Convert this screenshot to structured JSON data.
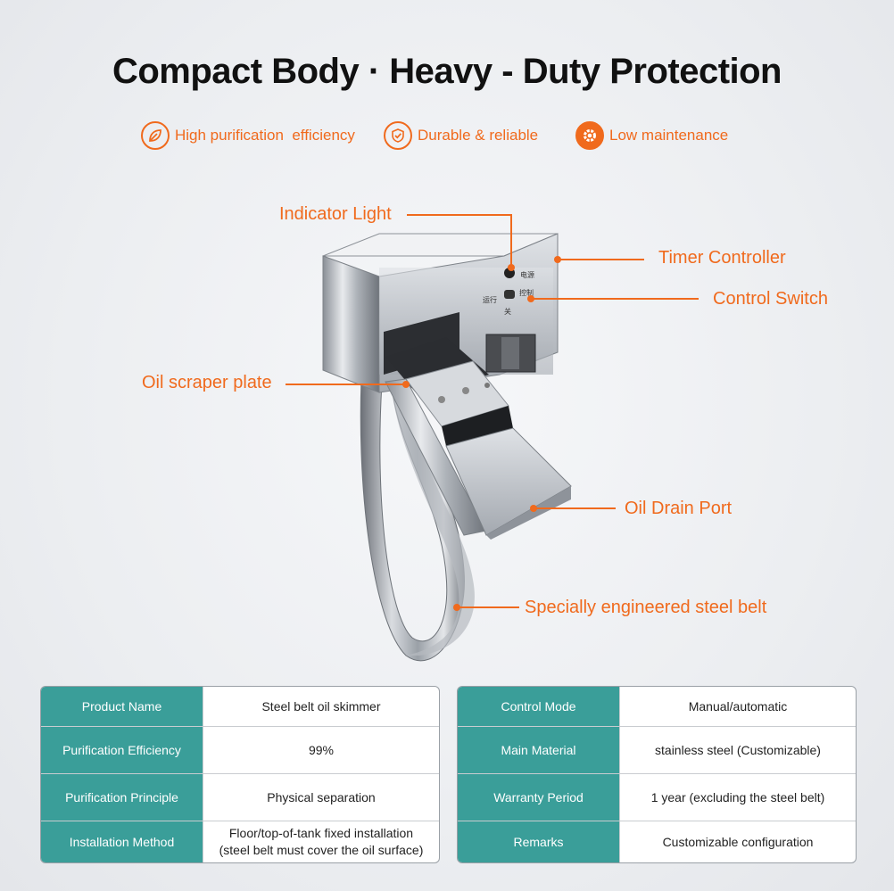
{
  "title": "Compact Body · Heavy - Duty Protection",
  "features": [
    {
      "label": "High purification  efficiency",
      "icon": "leaf-icon"
    },
    {
      "label": "Durable & reliable",
      "icon": "shield-check-icon"
    },
    {
      "label": "Low maintenance",
      "icon": "gear-icon"
    }
  ],
  "callouts": {
    "indicator_light": "Indicator Light",
    "timer_controller": "Timer Controller",
    "control_switch": "Control Switch",
    "oil_scraper_plate": "Oil scraper plate",
    "oil_drain_port": "Oil Drain Port",
    "steel_belt": "Specially engineered steel belt"
  },
  "device_labels": {
    "power": "电源",
    "control": "控制",
    "run": "运行",
    "off": "关"
  },
  "spec_left": [
    {
      "key": "Product Name",
      "value": "Steel belt oil skimmer"
    },
    {
      "key": "Purification Efficiency",
      "value": "99%"
    },
    {
      "key": "Purification Principle",
      "value": "Physical separation"
    },
    {
      "key": "Installation Method",
      "value": "Floor/top-of-tank fixed installation\n(steel belt must cover the oil surface)"
    }
  ],
  "spec_right": [
    {
      "key": "Control Mode",
      "value": "Manual/automatic"
    },
    {
      "key": "Main Material",
      "value": "stainless steel (Customizable)"
    },
    {
      "key": "Warranty Period",
      "value": "1 year (excluding the steel belt)"
    },
    {
      "key": "Remarks",
      "value": "Customizable configuration"
    }
  ],
  "colors": {
    "accent": "#f06a1d",
    "table_header": "#3a9e99"
  }
}
